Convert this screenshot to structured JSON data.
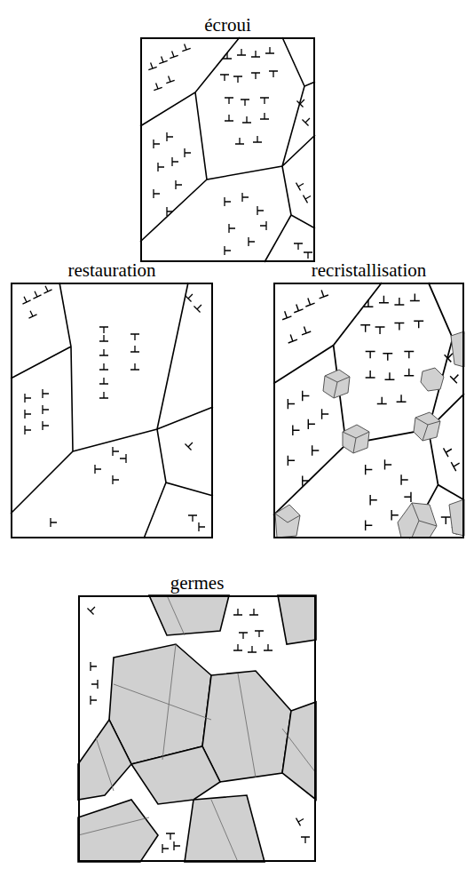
{
  "diagram": {
    "nodes": [
      {
        "text": [
          "écroui"
        ]
      },
      {
        "text": [
          "restauration"
        ]
      },
      {
        "text": [
          "recristallisation"
        ]
      },
      {
        "text": [
          "germes"
        ]
      }
    ]
  }
}
